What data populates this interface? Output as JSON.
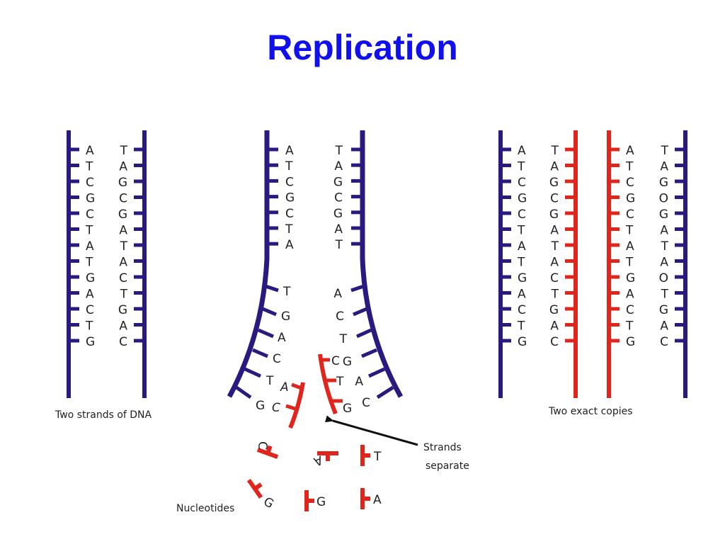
{
  "title": "Replication",
  "colors": {
    "title": "#1010ee",
    "parent_strand": "#2a1a80",
    "new_strand": "#e0261c",
    "text": "#222222"
  },
  "panels": {
    "left": {
      "caption": "Two strands of DNA",
      "left_bases": [
        "A",
        "T",
        "C",
        "G",
        "C",
        "T",
        "A",
        "T",
        "G",
        "A",
        "C",
        "T",
        "G"
      ],
      "right_bases": [
        "T",
        "A",
        "G",
        "C",
        "G",
        "A",
        "T",
        "A",
        "C",
        "T",
        "G",
        "A",
        "C"
      ]
    },
    "middle": {
      "left_bases": [
        "A",
        "T",
        "C",
        "G",
        "C",
        "T",
        "A",
        "T",
        "G",
        "A",
        "C",
        "T",
        "G"
      ],
      "right_bases": [
        "T",
        "A",
        "G",
        "C",
        "G",
        "A",
        "T",
        "A",
        "C",
        "T",
        "G",
        "A",
        "C"
      ],
      "paired_new_left": [
        "A",
        "C"
      ],
      "paired_new_right": [
        "C",
        "T",
        "G"
      ],
      "free_nucleotides": [
        "C",
        "A",
        "T",
        "G",
        "G",
        "A"
      ],
      "arrow_label": [
        "Strands",
        "separate"
      ],
      "nucleotides_label": "Nucleotides"
    },
    "right": {
      "caption": "Two exact copies",
      "copy1_parent": [
        "A",
        "T",
        "C",
        "G",
        "C",
        "T",
        "A",
        "T",
        "G",
        "A",
        "C",
        "T",
        "G"
      ],
      "copy1_new": [
        "T",
        "A",
        "G",
        "C",
        "G",
        "A",
        "T",
        "A",
        "C",
        "T",
        "G",
        "A",
        "C"
      ],
      "copy2_new": [
        "A",
        "T",
        "C",
        "G",
        "C",
        "T",
        "A",
        "T",
        "G",
        "A",
        "C",
        "T",
        "G"
      ],
      "copy2_parent": [
        "T",
        "A",
        "G",
        "O",
        "G",
        "A",
        "T",
        "A",
        "O",
        "T",
        "G",
        "A",
        "C"
      ]
    }
  }
}
